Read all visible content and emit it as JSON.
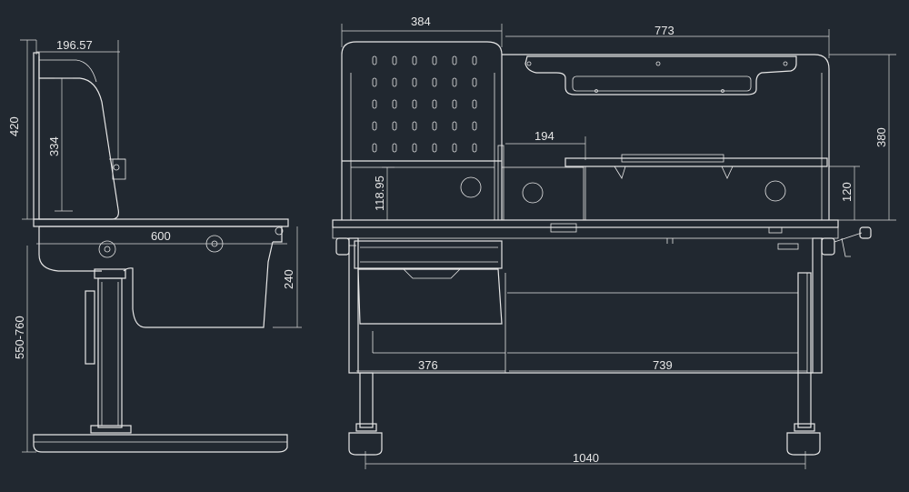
{
  "colors": {
    "background": "#212830",
    "lines": "#e6e6e6"
  },
  "side_view": {
    "backrest_width": "196.57",
    "backrest_height": "420",
    "board_height": "334",
    "desk_depth": "600",
    "drawer_height": "240",
    "height_range": "550-760"
  },
  "front_view": {
    "left_panel_width": "384",
    "top_width": "773",
    "panel_height": "380",
    "shelf_width": "194",
    "shelf_height": "118.95",
    "right_shelf_height": "120",
    "left_span": "376",
    "right_span": "739",
    "total_width": "1040"
  }
}
